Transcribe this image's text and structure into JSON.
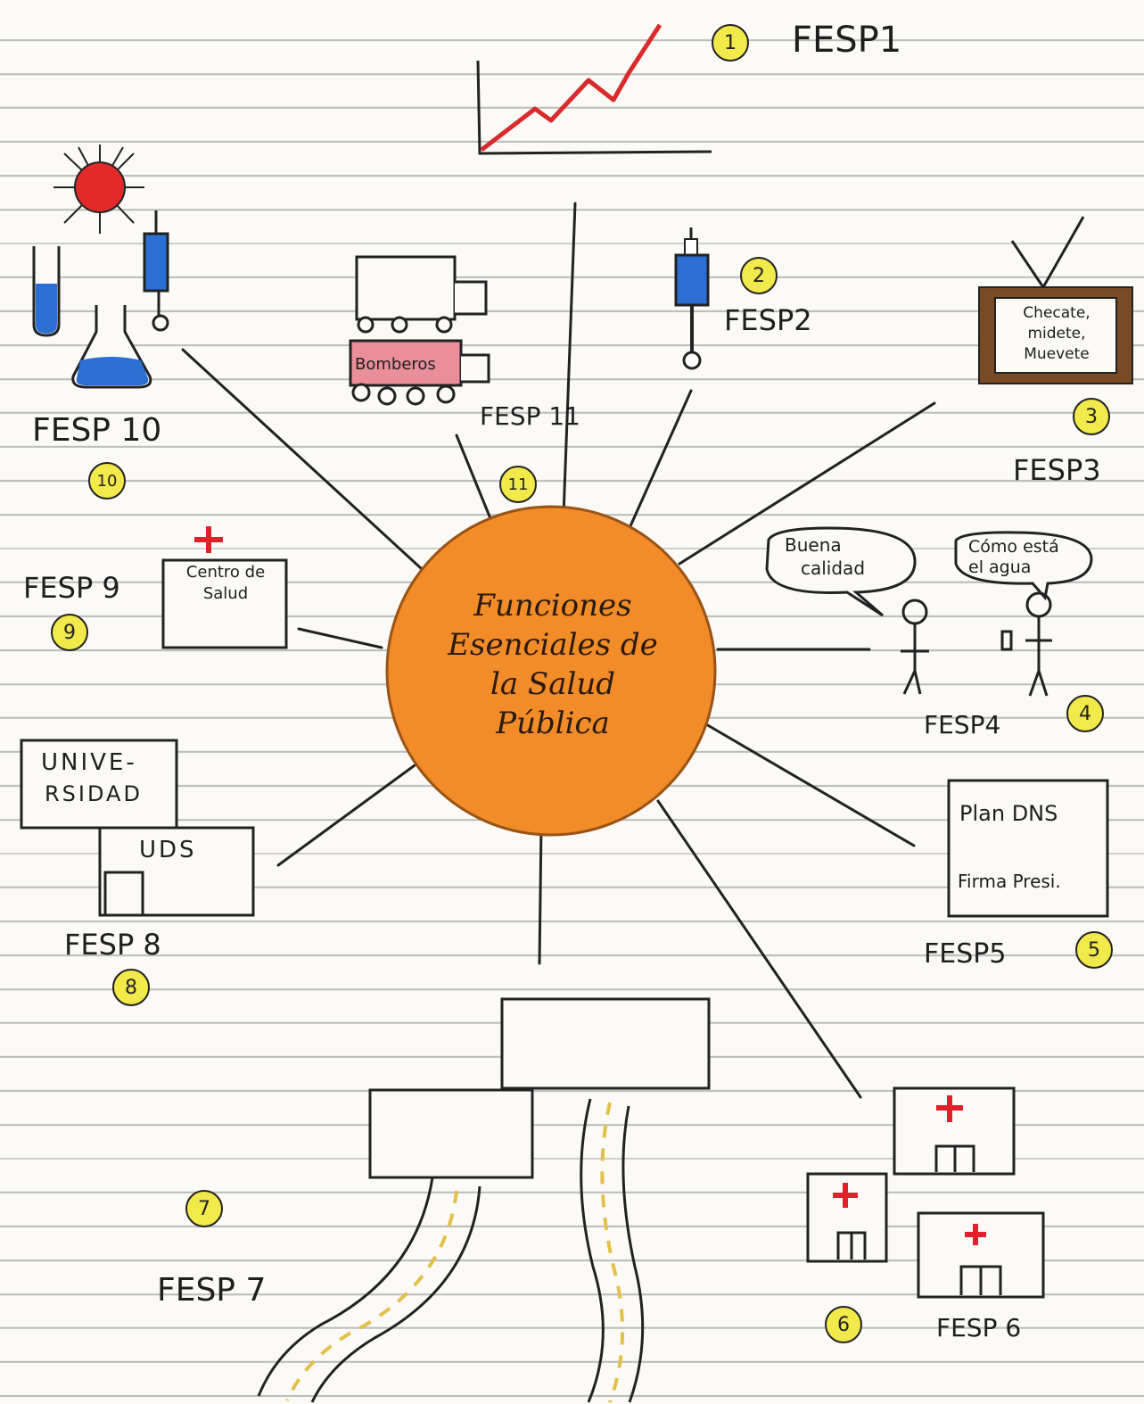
{
  "center": {
    "title_lines": [
      "Funciones",
      "Esenciales de",
      "la Salud",
      "Pública"
    ]
  },
  "fesp": [
    {
      "id": 1,
      "badge": "1",
      "label": "FESP1"
    },
    {
      "id": 2,
      "badge": "2",
      "label": "FESP2"
    },
    {
      "id": 3,
      "badge": "3",
      "label": "FESP3"
    },
    {
      "id": 4,
      "badge": "4",
      "label": "FESP4"
    },
    {
      "id": 5,
      "badge": "5",
      "label": "FESP5"
    },
    {
      "id": 6,
      "badge": "6",
      "label": "FESP 6"
    },
    {
      "id": 7,
      "badge": "7",
      "label": "FESP 7"
    },
    {
      "id": 8,
      "badge": "8",
      "label": "FESP 8"
    },
    {
      "id": 9,
      "badge": "9",
      "label": "FESP 9"
    },
    {
      "id": 10,
      "badge": "10",
      "label": "FESP 10"
    },
    {
      "id": 11,
      "badge": "11",
      "label": "FESP 11"
    }
  ],
  "tv": {
    "lines": [
      "Checate,",
      "midete,",
      "Muevete"
    ]
  },
  "speech": {
    "left": [
      "Buena",
      "calidad"
    ],
    "right": [
      "Cómo está",
      "el agua"
    ]
  },
  "plan": {
    "line1": "Plan DNS",
    "line2": "Firma Presi."
  },
  "university": {
    "line1": "UNIVE-",
    "line2": "RSIDAD",
    "uds": "UDS"
  },
  "health_center": {
    "lines": [
      "Centro de",
      "Salud"
    ]
  },
  "truck": {
    "label": "Bomberos"
  },
  "colors": {
    "badge": "#f2e94a",
    "sun": "#f28c28",
    "cross": "#e0202a",
    "chart_line": "#d92b2b",
    "liquid": "#2a6fd1",
    "tv_frame": "#7a4a24"
  }
}
